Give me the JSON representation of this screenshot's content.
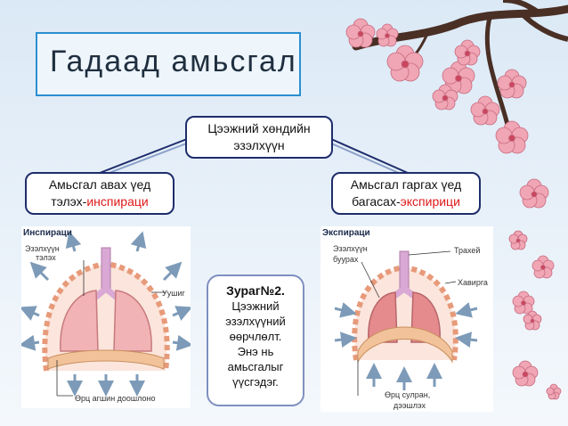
{
  "title": "Гадаад амьсгал",
  "top_node": {
    "line1": "Цээжний хөндийн",
    "line2": "эзэлхүүн"
  },
  "left_node": {
    "line1": "Амьсгал авах үед",
    "line2_prefix": "тэлэх-",
    "line2_highlight": "инспираци"
  },
  "right_node": {
    "line1": "Амьсгал гаргах үед",
    "line2_prefix": "багасах-",
    "line2_highlight": "экспирици"
  },
  "left_panel": {
    "label": "Инспираци",
    "volume_line1": "Эзэлхүүн",
    "volume_line2": "тэлэх",
    "lung_label": "Уушиг",
    "diaphragm_label": "Өрц агшин доошлоно"
  },
  "right_panel": {
    "label": "Экспираци",
    "volume_line1": "Эзэлхүүн",
    "volume_line2": "буурах",
    "trachea_label": "Трахей",
    "rib_label": "Хавирга",
    "diaphragm_line1": "Өрц сулран,",
    "diaphragm_line2": "дээшлэх"
  },
  "caption": {
    "heading": "Зураг№2.",
    "line1": "Цээжний",
    "line2": "эзэлхүүний",
    "line3": "өөрчлөлт.",
    "line4": "Энэ нь",
    "line5": "амьсгалыг",
    "line6": "үүсгэдэг."
  },
  "colors": {
    "node_border": "#1e2d6b",
    "title_border": "#2a8fd0",
    "highlight": "#e01818",
    "lung_fill": "#f1b3b5",
    "diaphragm_fill": "#f2c39a",
    "arrow": "#7d9bb8",
    "blossom": "#f0a6b4",
    "branch": "#4a2f25"
  }
}
